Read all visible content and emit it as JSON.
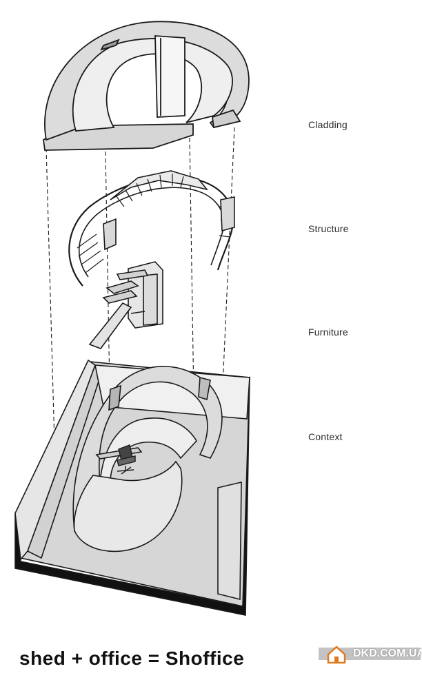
{
  "labels": {
    "cladding": "Cladding",
    "structure": "Structure",
    "furniture": "Furniture",
    "context": "Context"
  },
  "caption": "shed + office = Shoffice",
  "watermark": {
    "text": "DKD.COM.UA",
    "icon": "house-logo-icon",
    "band_color": "#b9b9b9",
    "icon_color": "#e07a1f"
  },
  "colors": {
    "line": "#1a1a1a",
    "surface": "#e4e4e4",
    "surface_dark": "#cfcfcf",
    "base": "#111111"
  }
}
